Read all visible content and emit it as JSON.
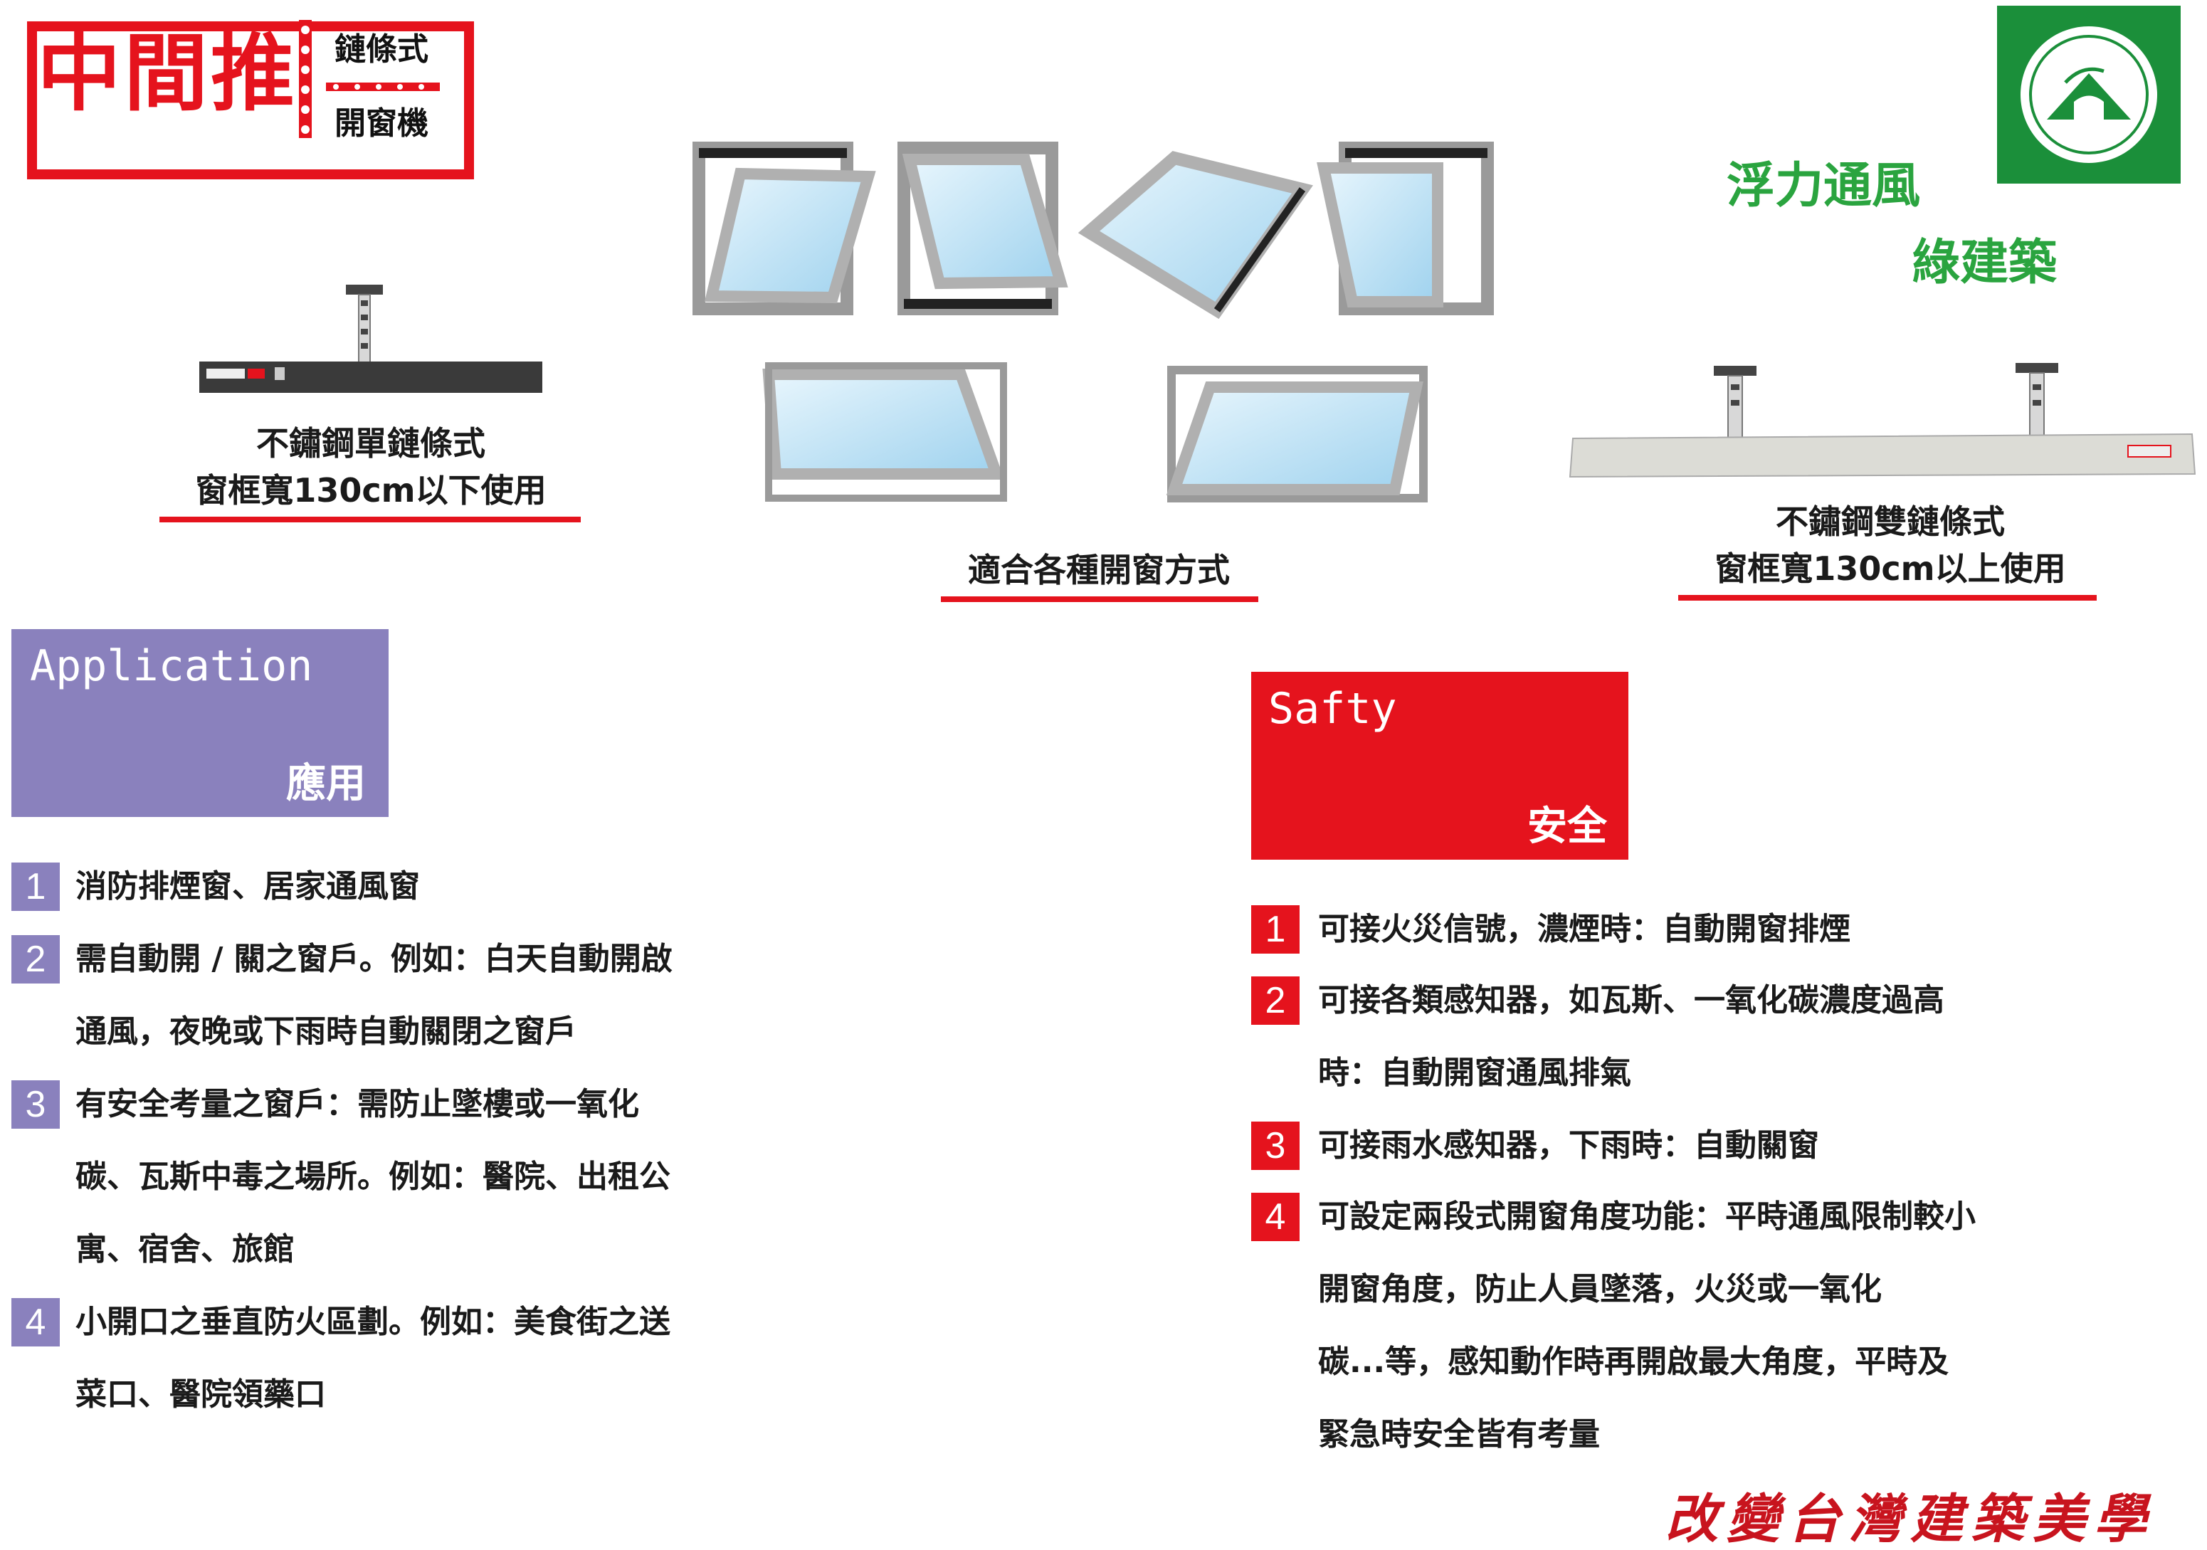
{
  "brand": {
    "main": "中間推",
    "sub_line1": "鏈條式",
    "sub_line2": "開窗機"
  },
  "green_badge": {
    "icon": "green-building-material-icon",
    "heading_line1": "浮力通風",
    "heading_line2": "綠建築"
  },
  "products": {
    "single_chain": {
      "line1": "不鏽鋼單鏈條式",
      "line2": "窗框寬130cm以下使用"
    },
    "window_types": {
      "caption": "適合各種開窗方式"
    },
    "double_chain": {
      "line1": "不鏽鋼雙鏈條式",
      "line2": "窗框寬130cm以上使用"
    }
  },
  "application": {
    "title_en": "Application",
    "title_zh": "應用",
    "items": [
      {
        "num": "1",
        "lines": [
          "消防排煙窗、居家通風窗"
        ]
      },
      {
        "num": "2",
        "lines": [
          "需自動開 / 關之窗戶。例如：白天自動開啟",
          "通風，夜晚或下雨時自動關閉之窗戶"
        ]
      },
      {
        "num": "3",
        "lines": [
          "有安全考量之窗戶：需防止墜樓或一氧化",
          "碳、瓦斯中毒之場所。例如：醫院、出租公",
          "寓、宿舍、旅館"
        ]
      },
      {
        "num": "4",
        "lines": [
          "小開口之垂直防火區劃。例如：美食街之送",
          "菜口、醫院領藥口"
        ]
      }
    ]
  },
  "safety": {
    "title_en": "Safty",
    "title_zh": "安全",
    "items": [
      {
        "num": "1",
        "lines": [
          "可接火災信號，濃煙時：自動開窗排煙"
        ]
      },
      {
        "num": "2",
        "lines": [
          "可接各類感知器，如瓦斯、一氧化碳濃度過高",
          "時：自動開窗通風排氣"
        ]
      },
      {
        "num": "3",
        "lines": [
          "可接雨水感知器，下雨時：自動關窗"
        ]
      },
      {
        "num": "4",
        "lines": [
          "可設定兩段式開窗角度功能：平時通風限制較小",
          "開窗角度，防止人員墜落，火災或一氧化",
          "碳...等，感知動作時再開啟最大角度，平時及",
          "緊急時安全皆有考量"
        ]
      }
    ]
  },
  "footer": {
    "slogan": "改變台灣建築美學"
  },
  "colors": {
    "brand_red": "#e5131d",
    "application_purple": "#8a81bd",
    "green": "#2aa43f",
    "badge_green": "#1b8f3a"
  }
}
